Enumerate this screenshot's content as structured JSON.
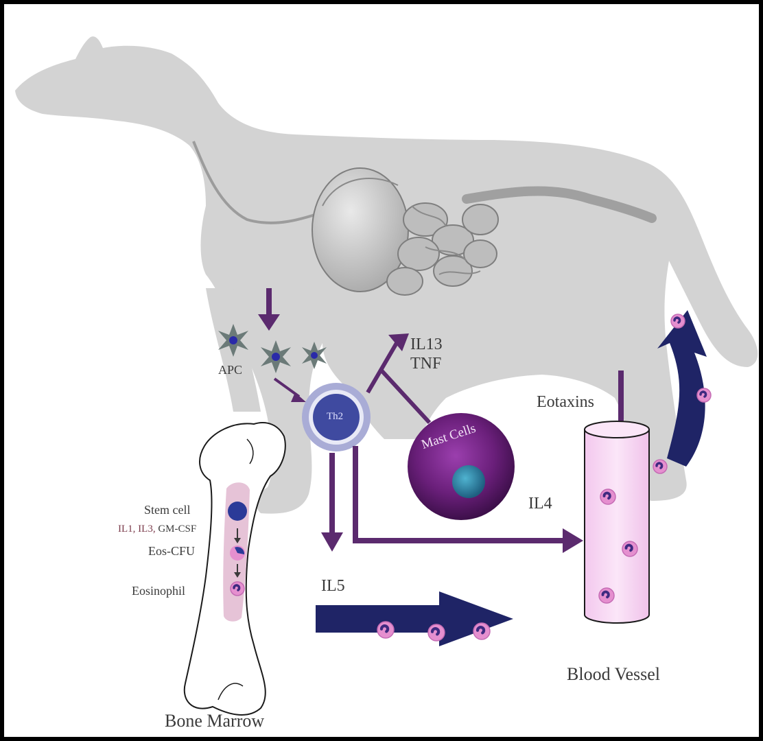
{
  "labels": {
    "apc": "APC",
    "th2": "Th2",
    "il13": "IL13",
    "tnf": "TNF",
    "mast_cells": "Mast Cells",
    "eotaxins": "Eotaxins",
    "il4": "IL4",
    "il5": "IL5",
    "stem_cell": "Stem cell",
    "cytokines": [
      "IL1,",
      "IL3,",
      "GM-CSF"
    ],
    "eos_cfu": "Eos-CFU",
    "eosinophil": "Eosinophil",
    "bone_marrow": "Bone Marrow",
    "blood_vessel": "Blood Vessel"
  },
  "colors": {
    "dog_silhouette": "#d3d3d3",
    "arrow_purple": "#5b2a6e",
    "arrow_navy": "#1f2466",
    "eosinophil_pink": "#e58fcf",
    "eosinophil_nucleus": "#3e2a80",
    "th2_outer": "#a9acd6",
    "th2_inner": "#3f4aa0",
    "mast_cell": "#6a1f7a",
    "mast_nucleus": "#2e8aa8",
    "vessel_fill": "#f7d6f2",
    "marrow_fill": "#e6c3d7",
    "stem_cell": "#2b3a98"
  },
  "icons": [
    "apc-cell-icon",
    "th2-cell-icon",
    "mast-cell-icon",
    "eosinophil-icon",
    "stem-cell-icon",
    "bone-icon",
    "blood-vessel-icon",
    "dog-silhouette-icon",
    "digestive-organs-icon"
  ]
}
